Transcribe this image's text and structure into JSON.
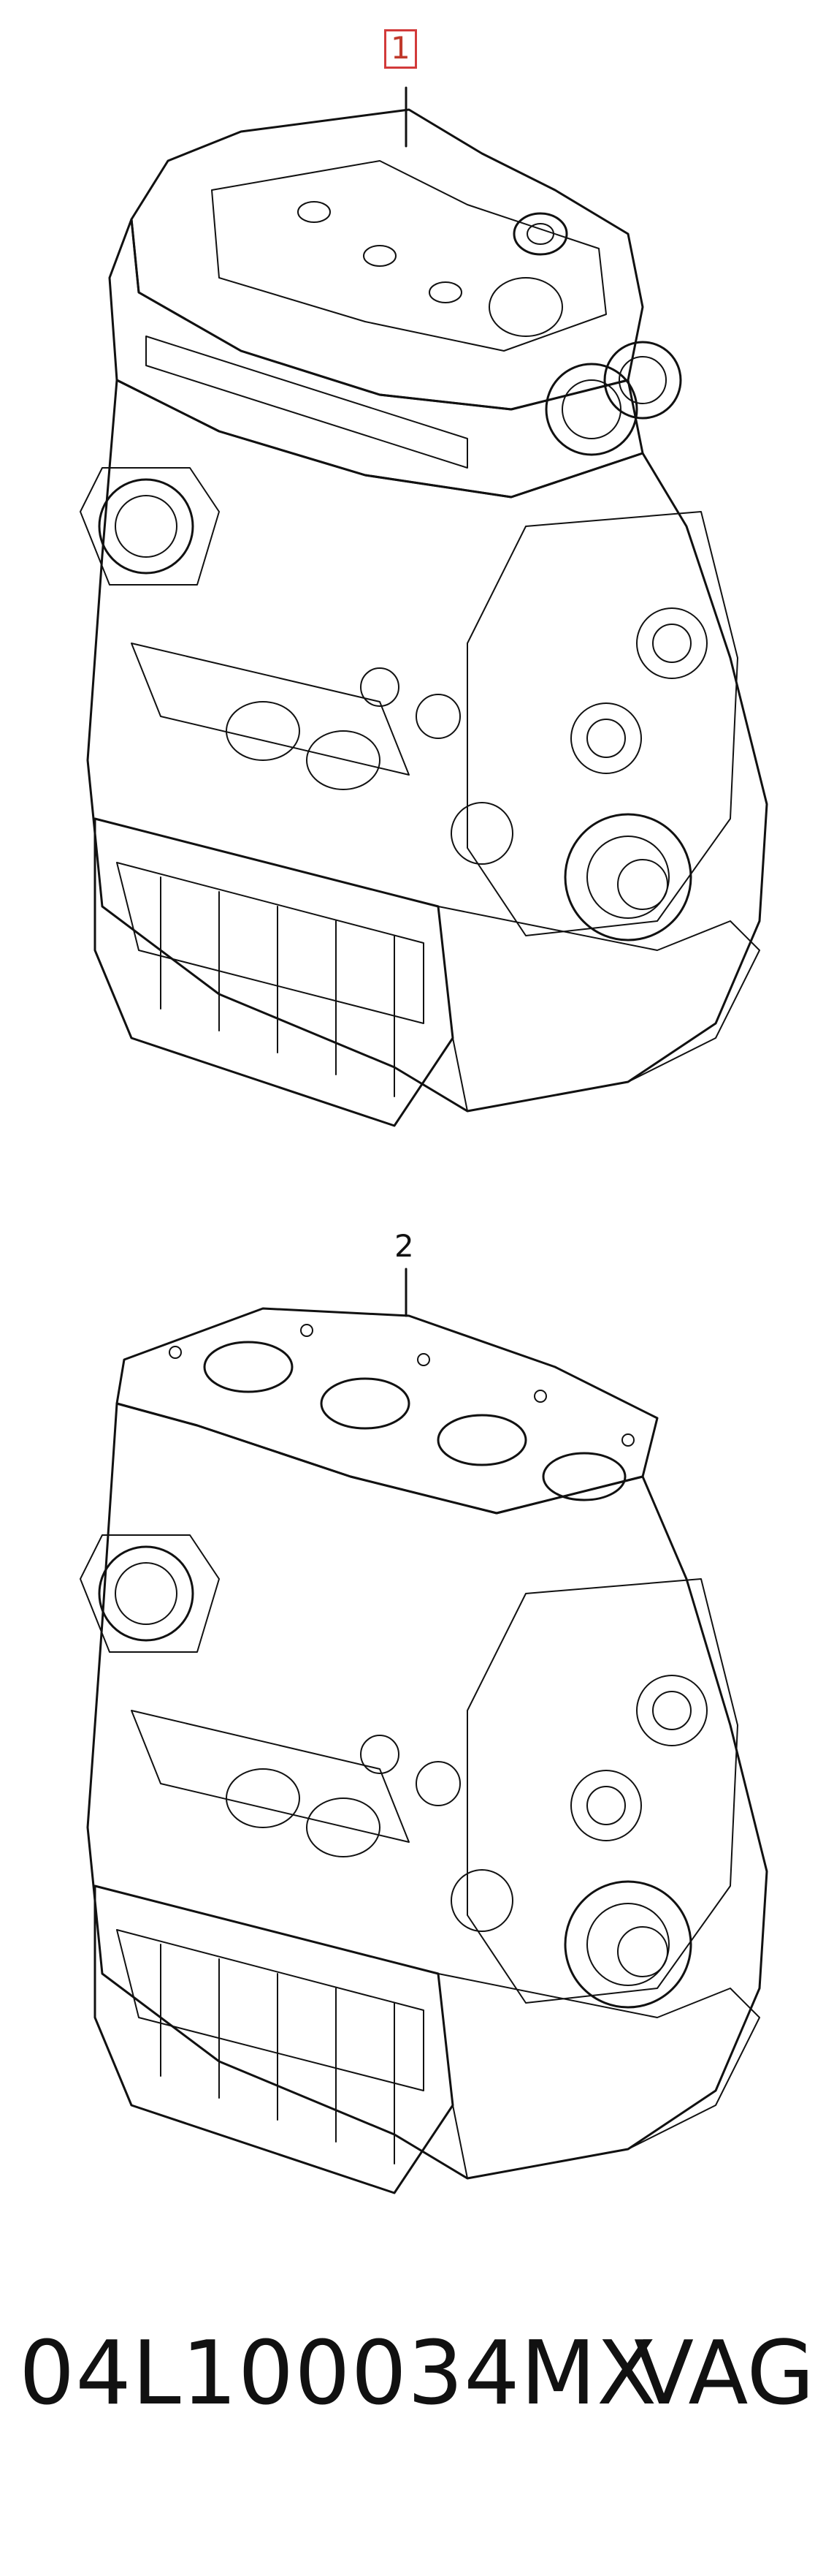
{
  "diagram": {
    "callouts": [
      {
        "label": "1",
        "highlighted": true,
        "highlight_color": "#d23a3a"
      },
      {
        "label": "2",
        "highlighted": false
      }
    ]
  },
  "footer": {
    "part_number": "04L100034MX",
    "brand": "VAG"
  }
}
